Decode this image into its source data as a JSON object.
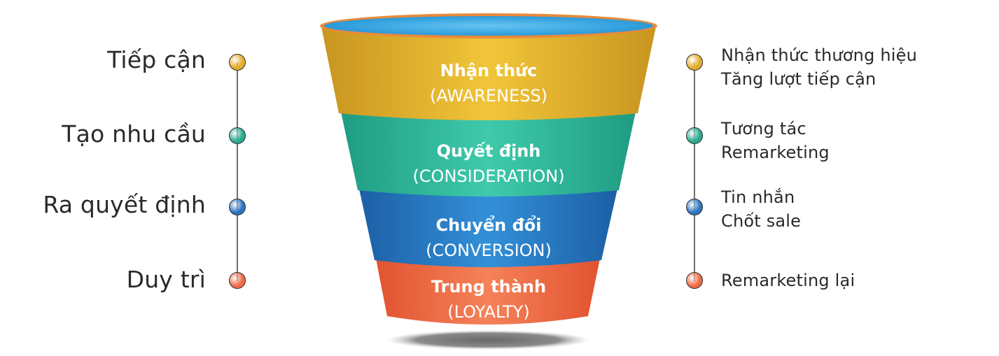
{
  "stages": [
    {
      "label": "Tiếp cận",
      "title": "Nhận thức",
      "subtitle": "(AWARENESS)",
      "details": [
        "Nhận thức thương hiệu",
        "Tăng lượt tiếp cận"
      ],
      "color": "#e7b52a",
      "dot_color": "#e2ad2a"
    },
    {
      "label": "Tạo nhu cầu",
      "title": "Quyết định",
      "subtitle": "(CONSIDERATION)",
      "details": [
        "Tương tác",
        "Remarketing"
      ],
      "color": "#2fb69a",
      "dot_color": "#2aaa90"
    },
    {
      "label": "Ra quyết định",
      "title": "Chuyển đổi",
      "subtitle": "(CONVERSION)",
      "details": [
        "Tin nhắn",
        "Chốt sale"
      ],
      "color": "#2879c4",
      "dot_color": "#2c74c0"
    },
    {
      "label": "Duy trì",
      "title": "Trung thành",
      "subtitle": "(LOYALTY)",
      "details": [
        "Remarketing lại"
      ],
      "color": "#ee6a44",
      "dot_color": "#ef6a44"
    }
  ],
  "funnel_rim_color": "#3cacea",
  "line_color": "#6f6f6f"
}
